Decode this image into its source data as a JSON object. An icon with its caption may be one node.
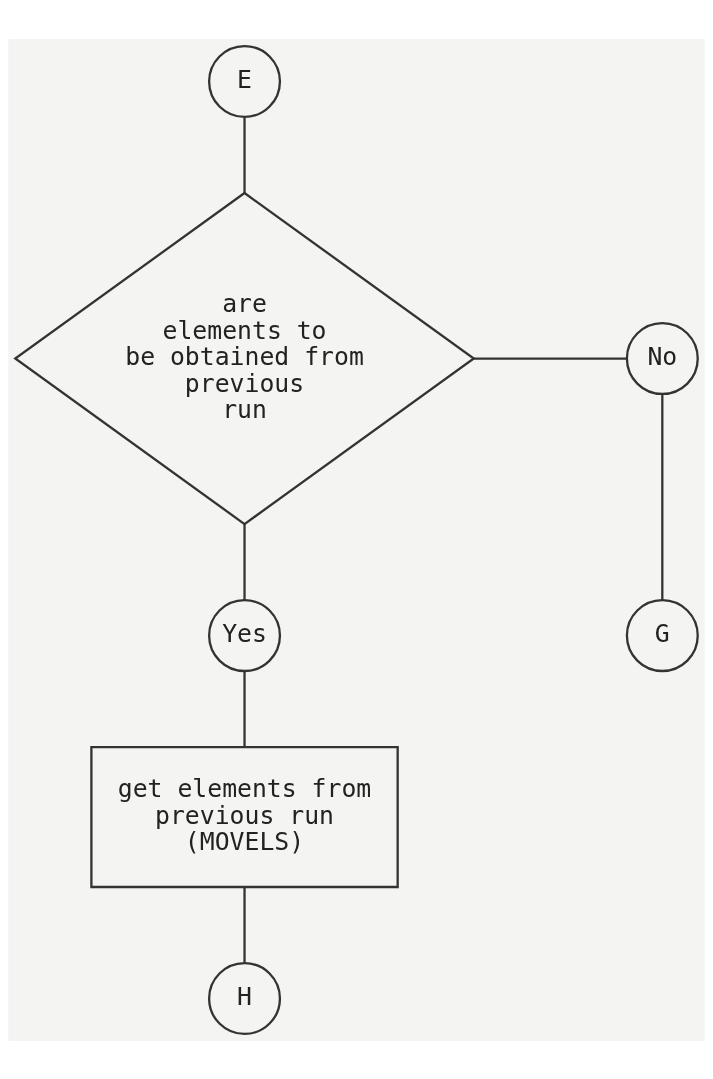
{
  "diagram": {
    "nodes": [
      {
        "text": [
          "E"
        ]
      },
      {
        "text": [
          "are elements to be obtained from previous run"
        ]
      },
      {
        "text": [
          "No"
        ]
      },
      {
        "text": [
          "G"
        ]
      },
      {
        "text": [
          "Yes"
        ]
      },
      {
        "text": [
          "get elements from previous run (MOVELS)"
        ]
      },
      {
        "text": [
          "H"
        ]
      }
    ],
    "edges": [
      {
        "from": 0,
        "to": 1,
        "arrow": "none"
      },
      {
        "from": 1,
        "to": 2,
        "arrow": "none"
      },
      {
        "from": 2,
        "to": 3,
        "arrow": "none"
      },
      {
        "from": 1,
        "to": 4,
        "arrow": "none"
      },
      {
        "from": 4,
        "to": 5,
        "arrow": "none"
      },
      {
        "from": 5,
        "to": 6,
        "arrow": "none"
      }
    ]
  }
}
